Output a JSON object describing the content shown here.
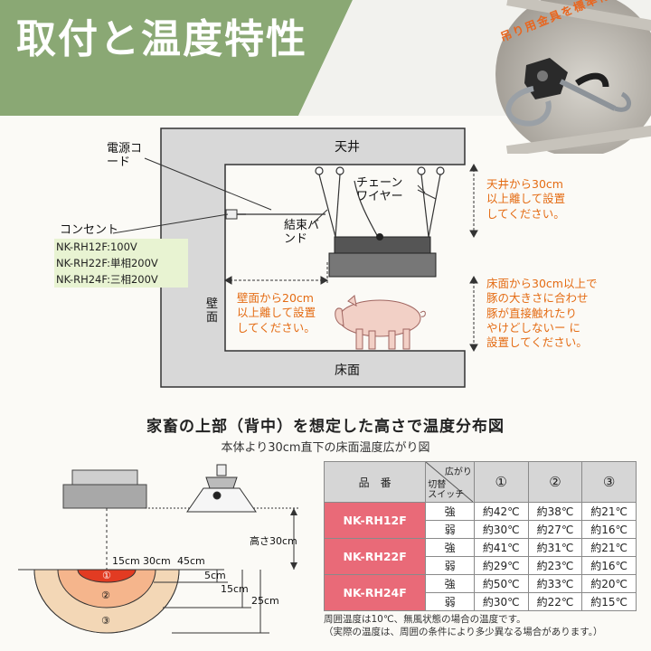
{
  "header": {
    "title": "取付と温度特性",
    "photo_caption": "吊り用金具を標準付属",
    "banner_color": "#8aa874"
  },
  "install_diagram": {
    "ceiling": "天井",
    "floor": "床面",
    "wall": "壁面",
    "power_cord": "電源コード",
    "chain_wire": "チェーンワイヤー",
    "binding_band": "結束バンド",
    "outlet": "コンセント",
    "models": [
      "NK-RH12F:100V",
      "NK-RH22F:単相200V",
      "NK-RH24F:三相200V"
    ],
    "note_ceiling": [
      "天井から30cm",
      "以上離して設置",
      "してください。"
    ],
    "note_wall": [
      "壁面から20cm",
      "以上離して設置",
      "してください。"
    ],
    "note_floor": [
      "床面から30cm以上で",
      "豚の大きさに合わせ",
      "豚が直接触れたり",
      "やけどしないー に",
      "設置してください。"
    ],
    "accent_color": "#e46c14"
  },
  "distribution": {
    "title": "家畜の上部（背中）を想定した高さで温度分布図",
    "subtitle": "本体より30cm直下の床面温度広がり図",
    "height_label": "高さ30cm",
    "radius_labels": [
      "15cm",
      "30cm",
      "45cm"
    ],
    "depth_labels": [
      "5cm",
      "15cm",
      "25cm"
    ],
    "zones": [
      "①",
      "②",
      "③"
    ]
  },
  "table": {
    "col_model": "品　番",
    "diag_top": "広がり",
    "diag_bottom": "切替\nスイッチ",
    "zone_headers": [
      "①",
      "②",
      "③"
    ],
    "rows": [
      {
        "model": "NK-RH12F",
        "modes": [
          {
            "mode": "強",
            "values": [
              "約42℃",
              "約38℃",
              "約21℃"
            ]
          },
          {
            "mode": "弱",
            "values": [
              "約30℃",
              "約27℃",
              "約16℃"
            ]
          }
        ]
      },
      {
        "model": "NK-RH22F",
        "modes": [
          {
            "mode": "強",
            "values": [
              "約41℃",
              "約31℃",
              "約21℃"
            ]
          },
          {
            "mode": "弱",
            "values": [
              "約29℃",
              "約23℃",
              "約16℃"
            ]
          }
        ]
      },
      {
        "model": "NK-RH24F",
        "modes": [
          {
            "mode": "強",
            "values": [
              "約50℃",
              "約33℃",
              "約20℃"
            ]
          },
          {
            "mode": "弱",
            "values": [
              "約30℃",
              "約22℃",
              "約15℃"
            ]
          }
        ]
      }
    ],
    "notes": [
      "周囲温度は10℃、無風状態の場合の温度です。",
      "（実際の温度は、周囲の条件により多少異なる場合があります。）"
    ],
    "model_color": "#e96a78"
  }
}
